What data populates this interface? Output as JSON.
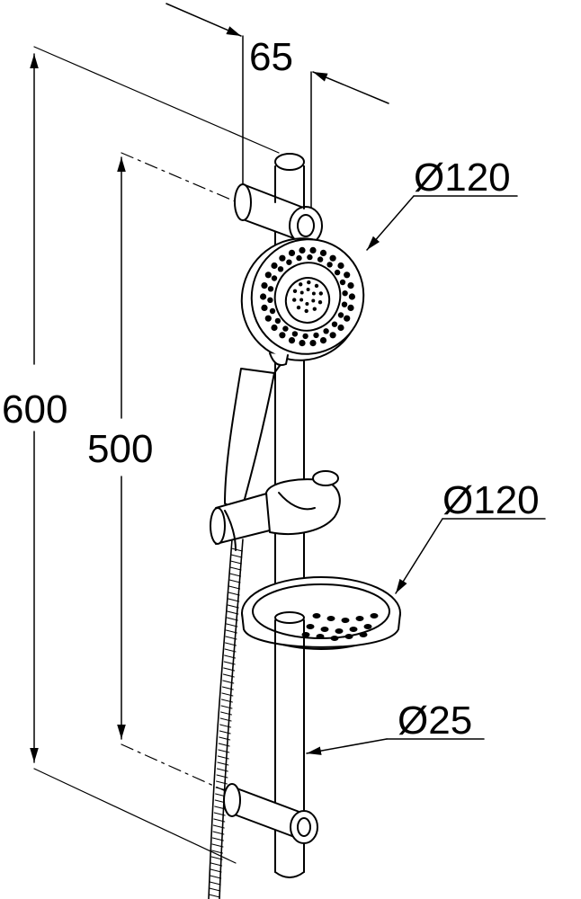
{
  "dimensions": {
    "rail_offset": "65",
    "total_height": "600",
    "bracket_spacing": "500",
    "head_diameter": "Ø120",
    "soap_dish_diameter": "Ø120",
    "rail_diameter": "Ø25"
  },
  "colors": {
    "line": "#000000",
    "background": "#ffffff"
  }
}
